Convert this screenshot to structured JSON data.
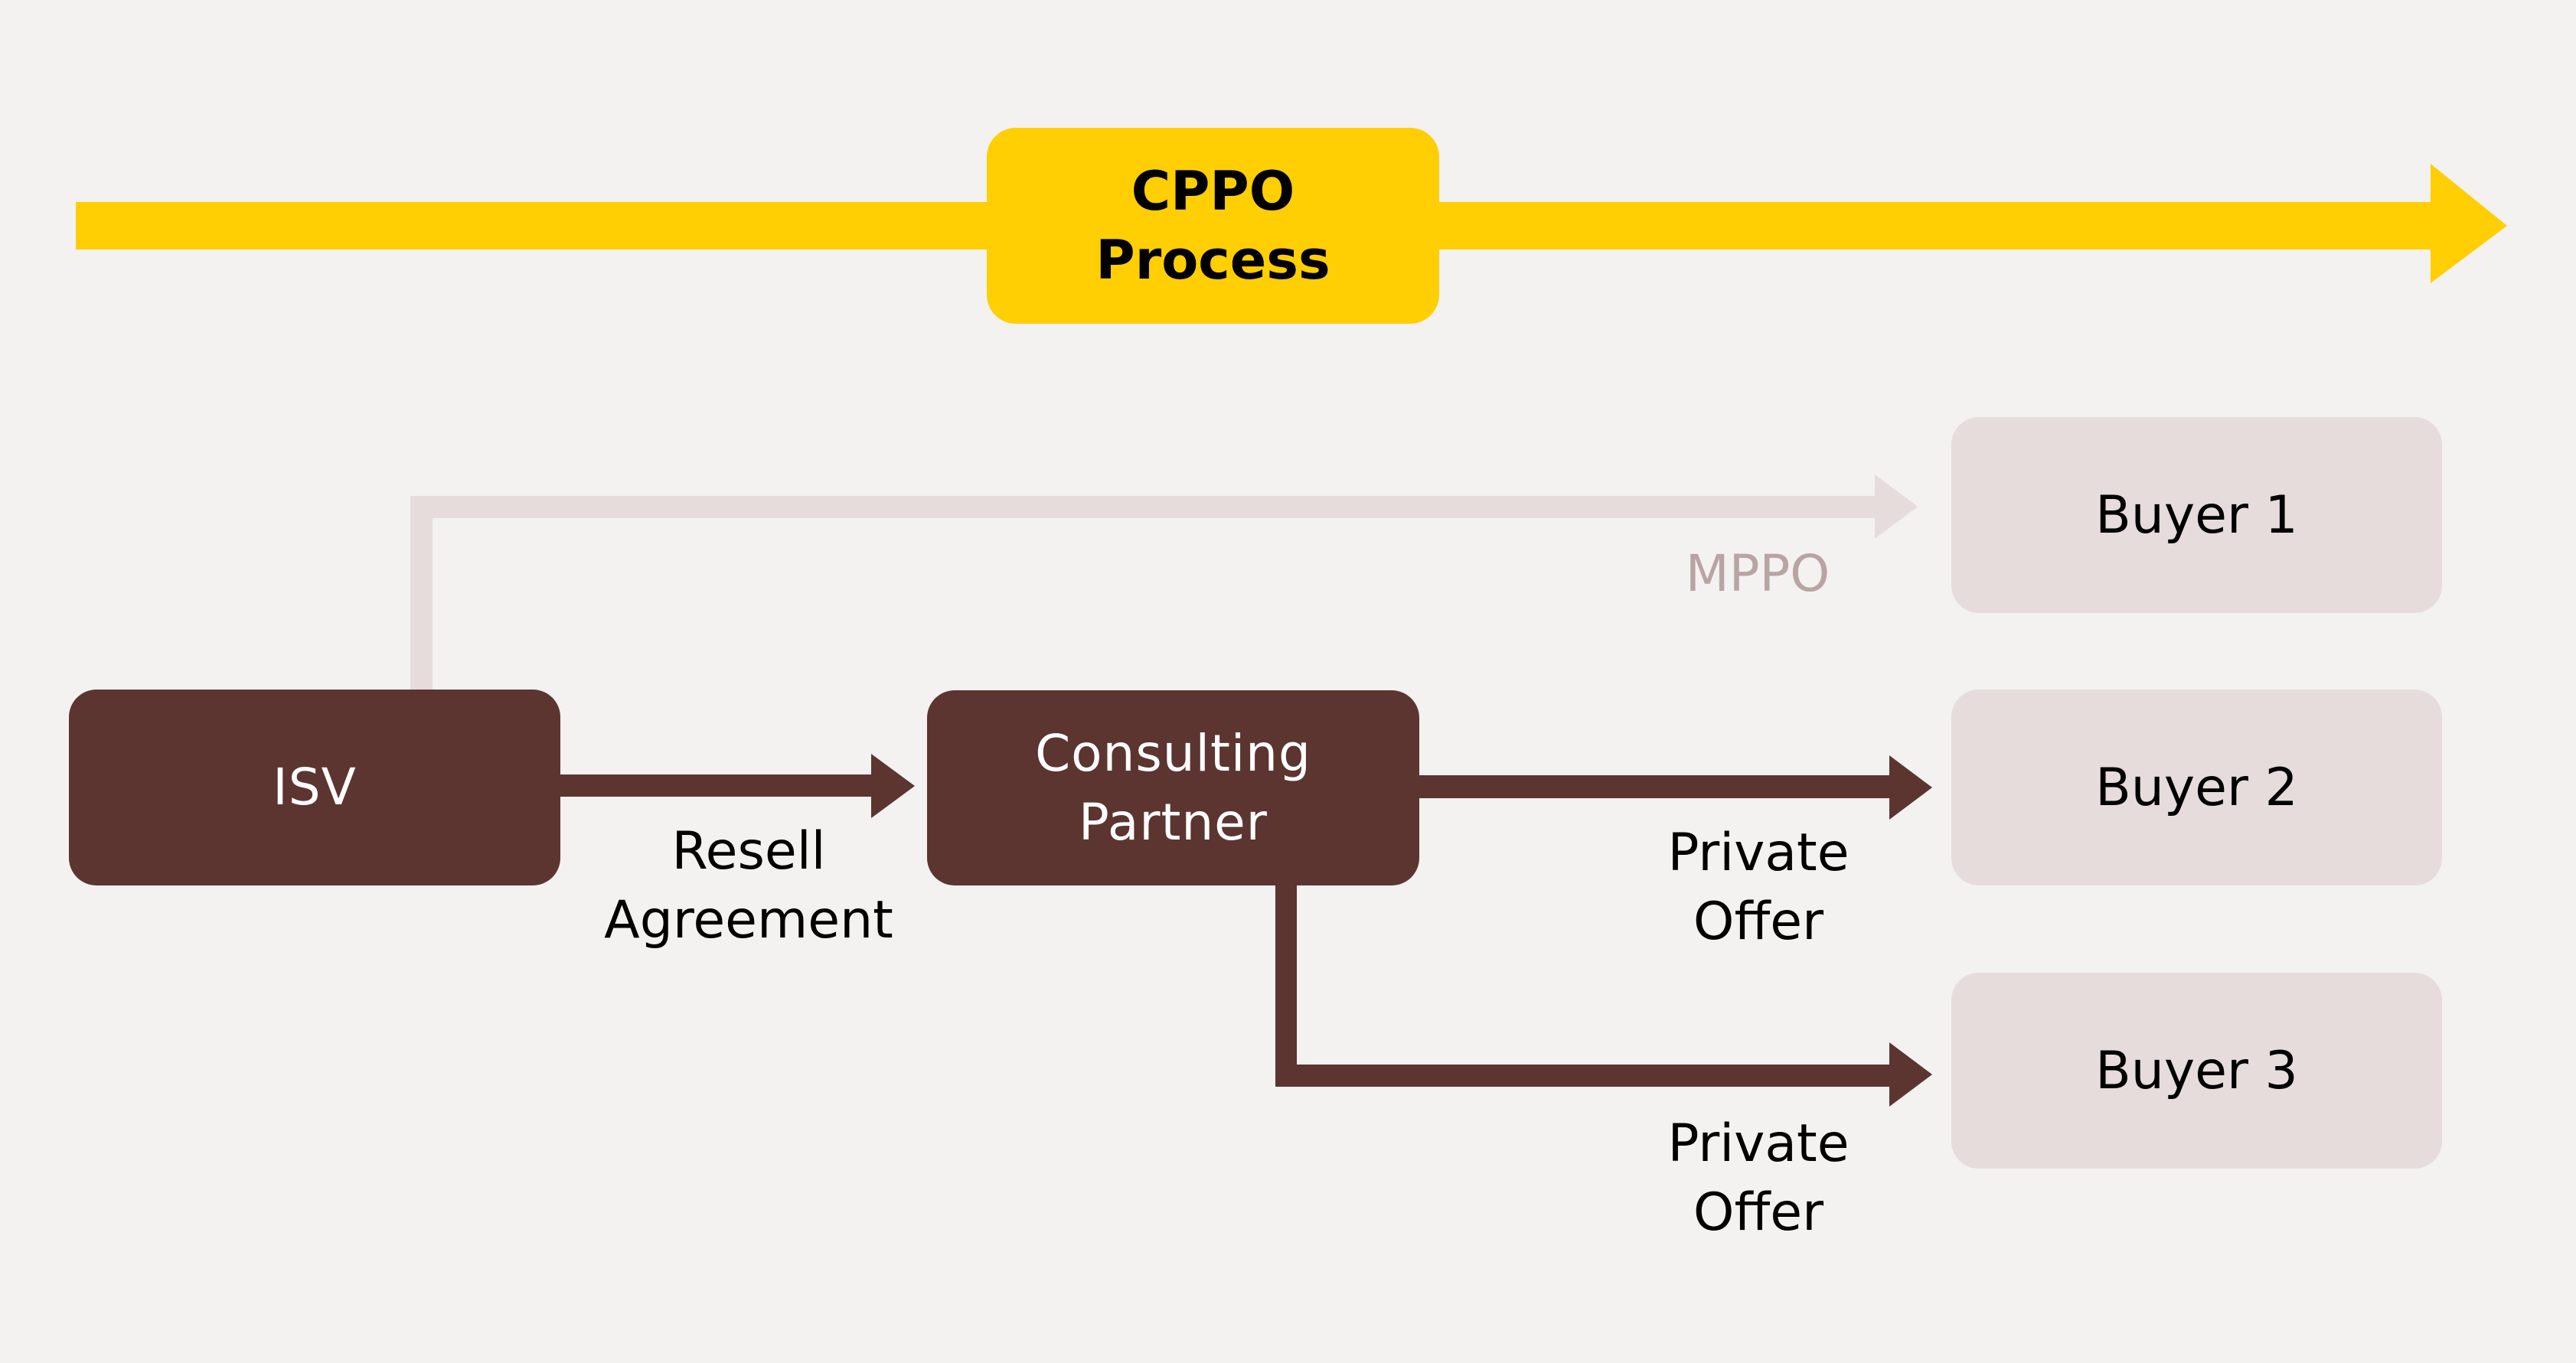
{
  "colors": {
    "background": "#f4f1f1",
    "process_accent": "#ffce03",
    "entity_dark": "#5c3530",
    "buyer_fill": "#e6dcdc",
    "mppo_line": "#e6dcdc",
    "mppo_text": "#b9a4a4",
    "dark_text": "#000000",
    "light_text": "#ffffff"
  },
  "process": {
    "label": "CPPO\nProcess",
    "arrow_icon": "right-arrow-icon"
  },
  "nodes": {
    "isv": {
      "label": "ISV"
    },
    "partner": {
      "label": "Consulting\nPartner"
    },
    "buyers": [
      {
        "label": "Buyer 1"
      },
      {
        "label": "Buyer 2"
      },
      {
        "label": "Buyer 3"
      }
    ]
  },
  "edges": {
    "isv_to_partner": {
      "label": "Resell\nAgreement"
    },
    "isv_to_buyer1": {
      "label": "MPPO"
    },
    "partner_to_buyer2": {
      "label": "Private\nOffer"
    },
    "partner_to_buyer3": {
      "label": "Private\nOffer"
    }
  }
}
